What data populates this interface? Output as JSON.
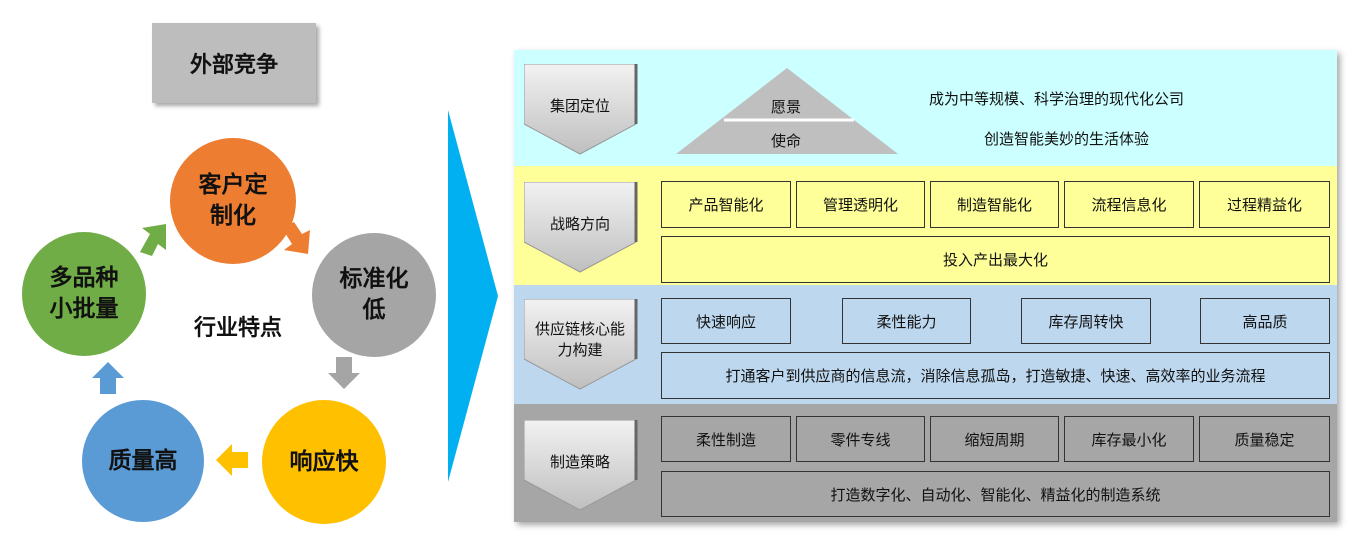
{
  "left": {
    "external_competition": "外部竞争",
    "center_label": "行业特点",
    "circles": {
      "custom": "客户定\n制化",
      "standardization": "标准化\n低",
      "response": "响应快",
      "quality": "质量高",
      "multi": "多品种\n小批量"
    }
  },
  "table": {
    "row1": {
      "label": "集团定位",
      "pyramid_top": "愿景",
      "pyramid_bottom": "使命",
      "vision": "成为中等规模、科学治理的现代化公司",
      "mission": "创造智能美妙的生活体验"
    },
    "row2": {
      "label": "战略方向",
      "cells": [
        "产品智能化",
        "管理透明化",
        "制造智能化",
        "流程信息化",
        "过程精益化"
      ],
      "summary": "投入产出最大化"
    },
    "row3": {
      "label": "供应链核心能\n力构建",
      "cells": [
        "快速响应",
        "柔性能力",
        "库存周转快",
        "高品质"
      ],
      "summary": "打通客户到供应商的信息流，消除信息孤岛，打造敏捷、快速、高效率的业务流程"
    },
    "row4": {
      "label": "制造策略",
      "cells": [
        "柔性制造",
        "零件专线",
        "缩短周期",
        "库存最小化",
        "质量稳定"
      ],
      "summary": "打造数字化、自动化、智能化、精益化的制造系统"
    }
  },
  "colors": {
    "orange": "#ed7d31",
    "gray": "#a5a5a5",
    "yellow": "#ffc000",
    "blue": "#5b9bd5",
    "green": "#70ad47",
    "chevron": "#00b0f0",
    "band1": "#ccffff",
    "band2": "#ffff99",
    "band3": "#bdd7ee",
    "band4": "#a6a6a6"
  }
}
